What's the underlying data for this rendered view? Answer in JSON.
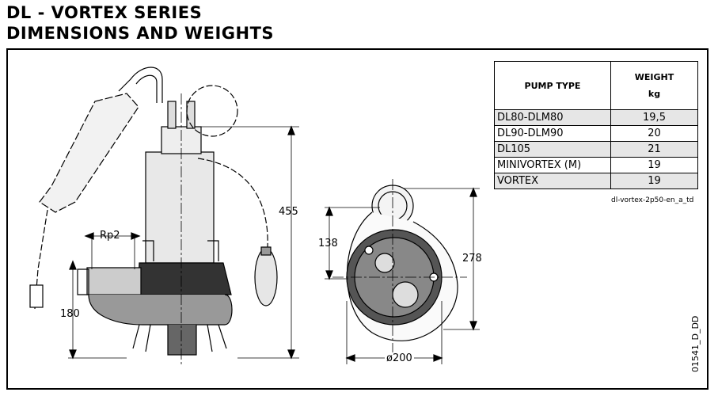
{
  "header": {
    "title_line1": "DL - VORTEX SERIES",
    "title_line2": "DIMENSIONS AND WEIGHTS"
  },
  "table": {
    "col_pump_type": "PUMP TYPE",
    "col_weight": "WEIGHT",
    "col_weight_unit": "kg",
    "rows": [
      {
        "type": "DL80-DLM80",
        "weight": "19,5"
      },
      {
        "type": "DL90-DLM90",
        "weight": "20"
      },
      {
        "type": "DL105",
        "weight": "21"
      },
      {
        "type": "MINIVORTEX (M)",
        "weight": "19"
      },
      {
        "type": "VORTEX",
        "weight": "19"
      }
    ],
    "reference": "dl-vortex-2p50-en_a_td"
  },
  "dimensions": {
    "height_total": "455",
    "thread": "Rp2",
    "outlet_height": "180",
    "top_offset": "138",
    "depth": "278",
    "diameter": "ø200"
  },
  "drawing_code": "01541_D_DD"
}
